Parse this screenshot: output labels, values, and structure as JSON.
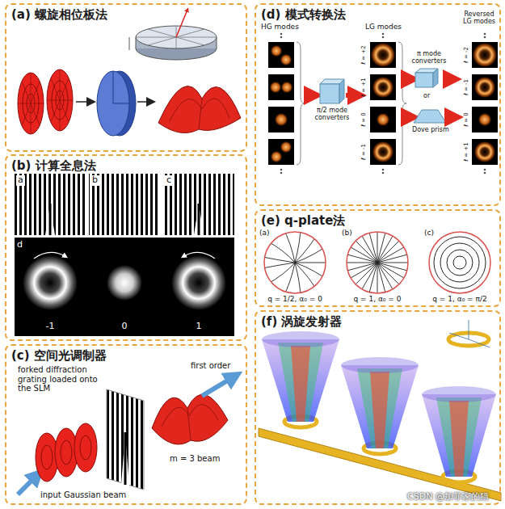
{
  "diagram": {
    "nodes": [
      {
        "text": [
          "(a) 螺旋相位板法"
        ]
      },
      {
        "text": [
          "(b) 计算全息法"
        ]
      },
      {
        "text": [
          "(c) 空间光调制器"
        ]
      },
      {
        "text": [
          "(d) 模式转换法"
        ]
      },
      {
        "text": [
          "(e) q-plate法"
        ]
      },
      {
        "text": [
          "(f) 涡旋发射器"
        ]
      }
    ],
    "labels": [
      "a",
      "b",
      "c",
      "d",
      "-1",
      "0",
      "1",
      "forked diffraction grating loaded onto the SLM",
      "first order",
      "m = 3 beam",
      "input Gaussian beam",
      "HG modes",
      "π/2 mode converters",
      "LG modes",
      "ℓ = +2",
      "ℓ = +1",
      "ℓ = 0",
      "ℓ = -1",
      "π mode converters",
      "or",
      "Dove prism",
      "Reversed LG modes",
      "ℓ = -2",
      "ℓ = -1",
      "ℓ = 0",
      "ℓ = +1",
      "(a)",
      "(b)",
      "(c)",
      "q = 1/2, α₀ = 0",
      "q = 1, α₀ = 0",
      "q = 1, α₀ = π/2",
      "CSDN @加菲家的猫"
    ]
  }
}
